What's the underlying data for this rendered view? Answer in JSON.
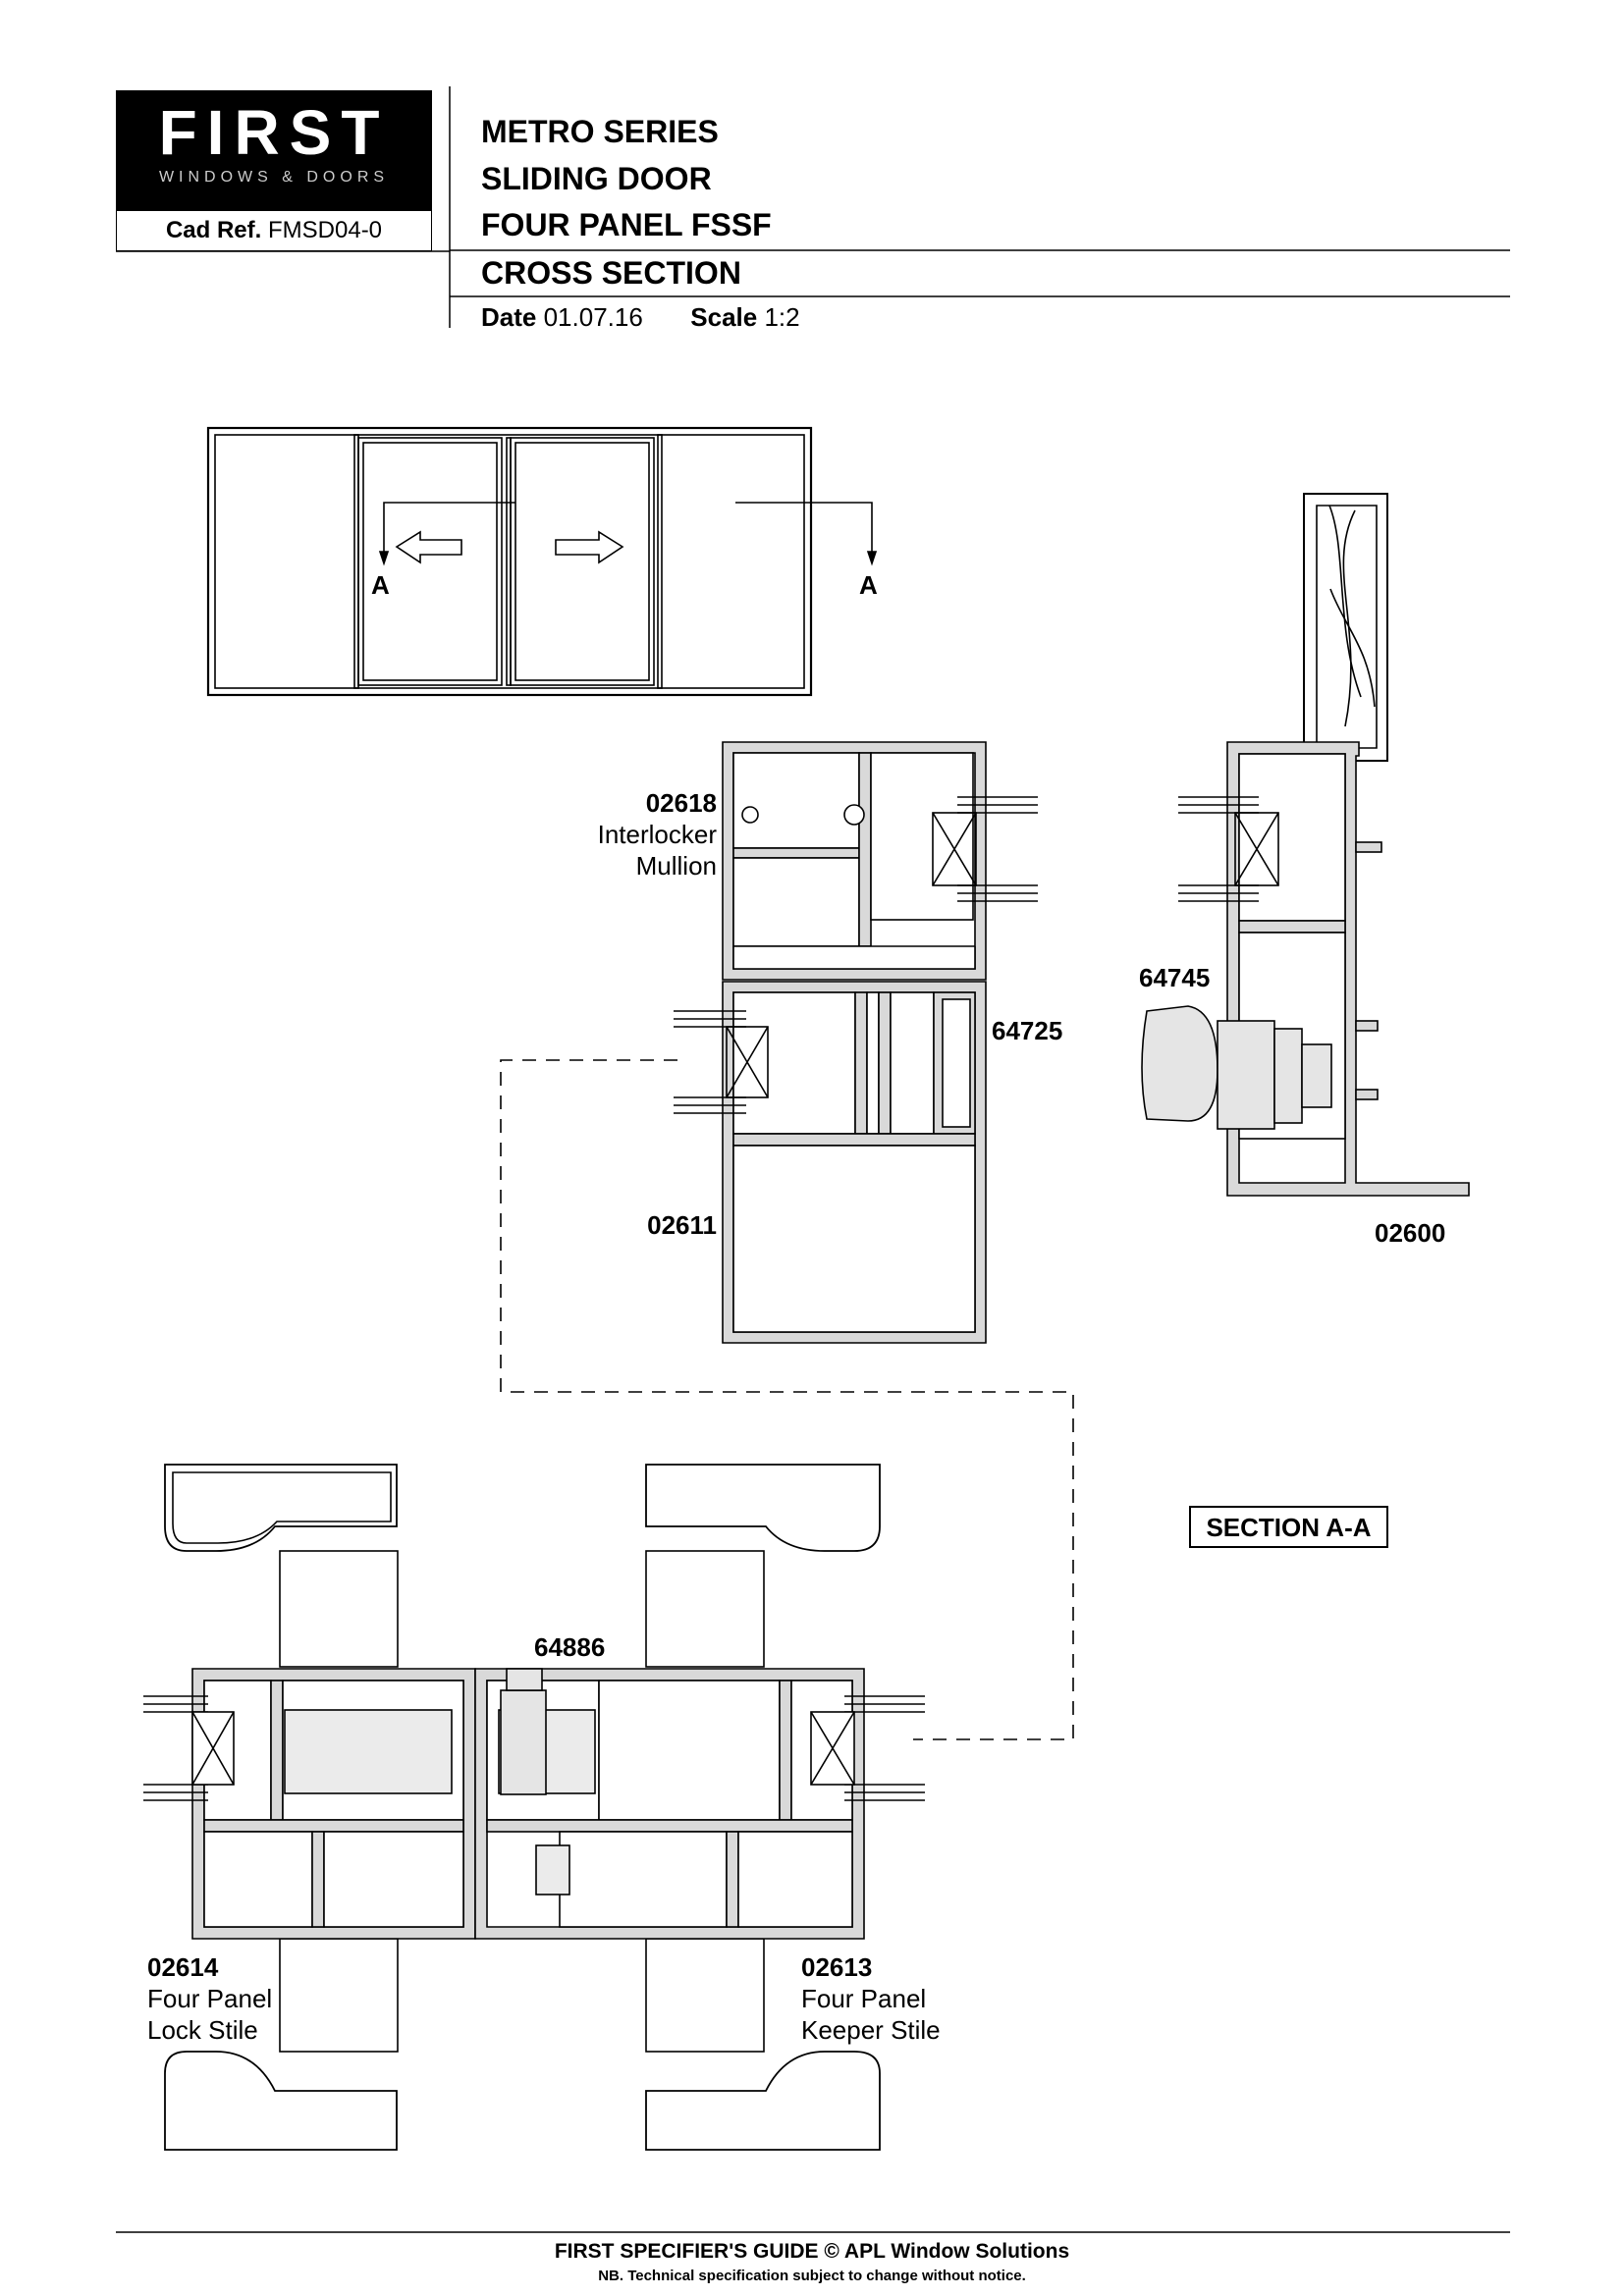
{
  "header": {
    "logo_word": "FIRST",
    "logo_sub": "WINDOWS & DOORS",
    "cad_ref_label": "Cad Ref.",
    "cad_ref_value": "FMSD04-0",
    "title_lines": [
      "METRO SERIES",
      "SLIDING DOOR",
      "FOUR PANEL FSSF",
      "CROSS SECTION"
    ],
    "date_label": "Date",
    "date_value": "01.07.16",
    "scale_label": "Scale",
    "scale_value": "1:2"
  },
  "elevation": {
    "section_marker_left": "A",
    "section_marker_right": "A"
  },
  "labels": {
    "interlocker_code": "02618",
    "interlocker_name_1": "Interlocker",
    "interlocker_name_2": "Mullion",
    "p64725": "64725",
    "p02611": "02611",
    "p64745": "64745",
    "p02600": "02600",
    "p64886": "64886",
    "lock_code": "02614",
    "lock_name_1": "Four Panel",
    "lock_name_2": "Lock Stile",
    "keeper_code": "02613",
    "keeper_name_1": "Four Panel",
    "keeper_name_2": "Keeper Stile",
    "section_title": "SECTION A-A"
  },
  "footer": {
    "line1": "FIRST SPECIFIER'S GUIDE  © APL Window Solutions",
    "line2": "NB. Technical specification subject to change without notice."
  }
}
